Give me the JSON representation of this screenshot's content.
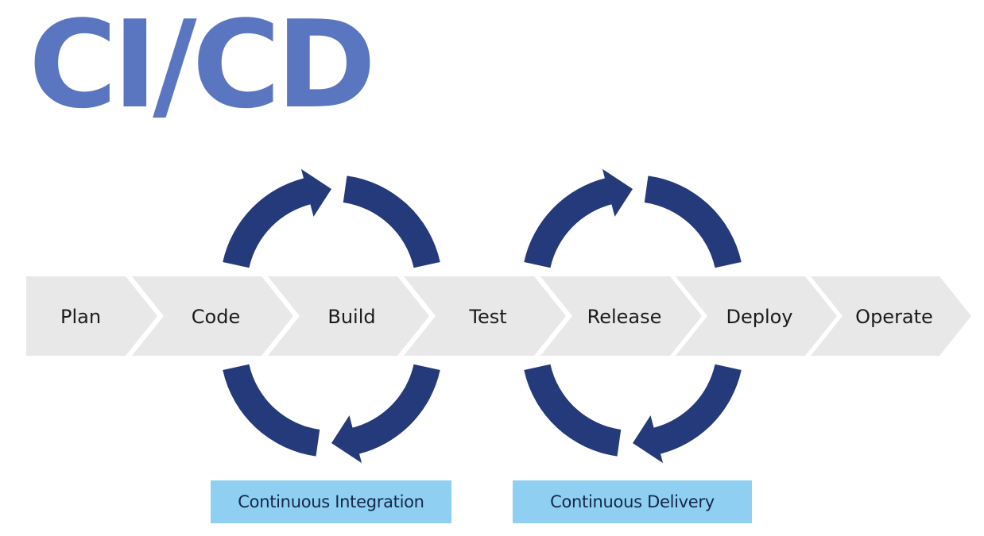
{
  "title": "CI/CD",
  "colors": {
    "title": "#5a76c0",
    "arrow": "#243a7a",
    "stage_fill": "#e8e8e8",
    "stage_text": "#1b1b1b",
    "phase_box": "#8fd0f2",
    "phase_text": "#16264a"
  },
  "stages": [
    {
      "label": "Plan"
    },
    {
      "label": "Code"
    },
    {
      "label": "Build"
    },
    {
      "label": "Test"
    },
    {
      "label": "Release"
    },
    {
      "label": "Deploy"
    },
    {
      "label": "Operate"
    }
  ],
  "loops": [
    {
      "name": "continuous-integration-loop",
      "spans": [
        "Code",
        "Build",
        "Test"
      ]
    },
    {
      "name": "continuous-delivery-loop",
      "spans": [
        "Test",
        "Release",
        "Deploy"
      ]
    }
  ],
  "phases": [
    {
      "label": "Continuous Integration"
    },
    {
      "label": "Continuous Delivery"
    }
  ]
}
